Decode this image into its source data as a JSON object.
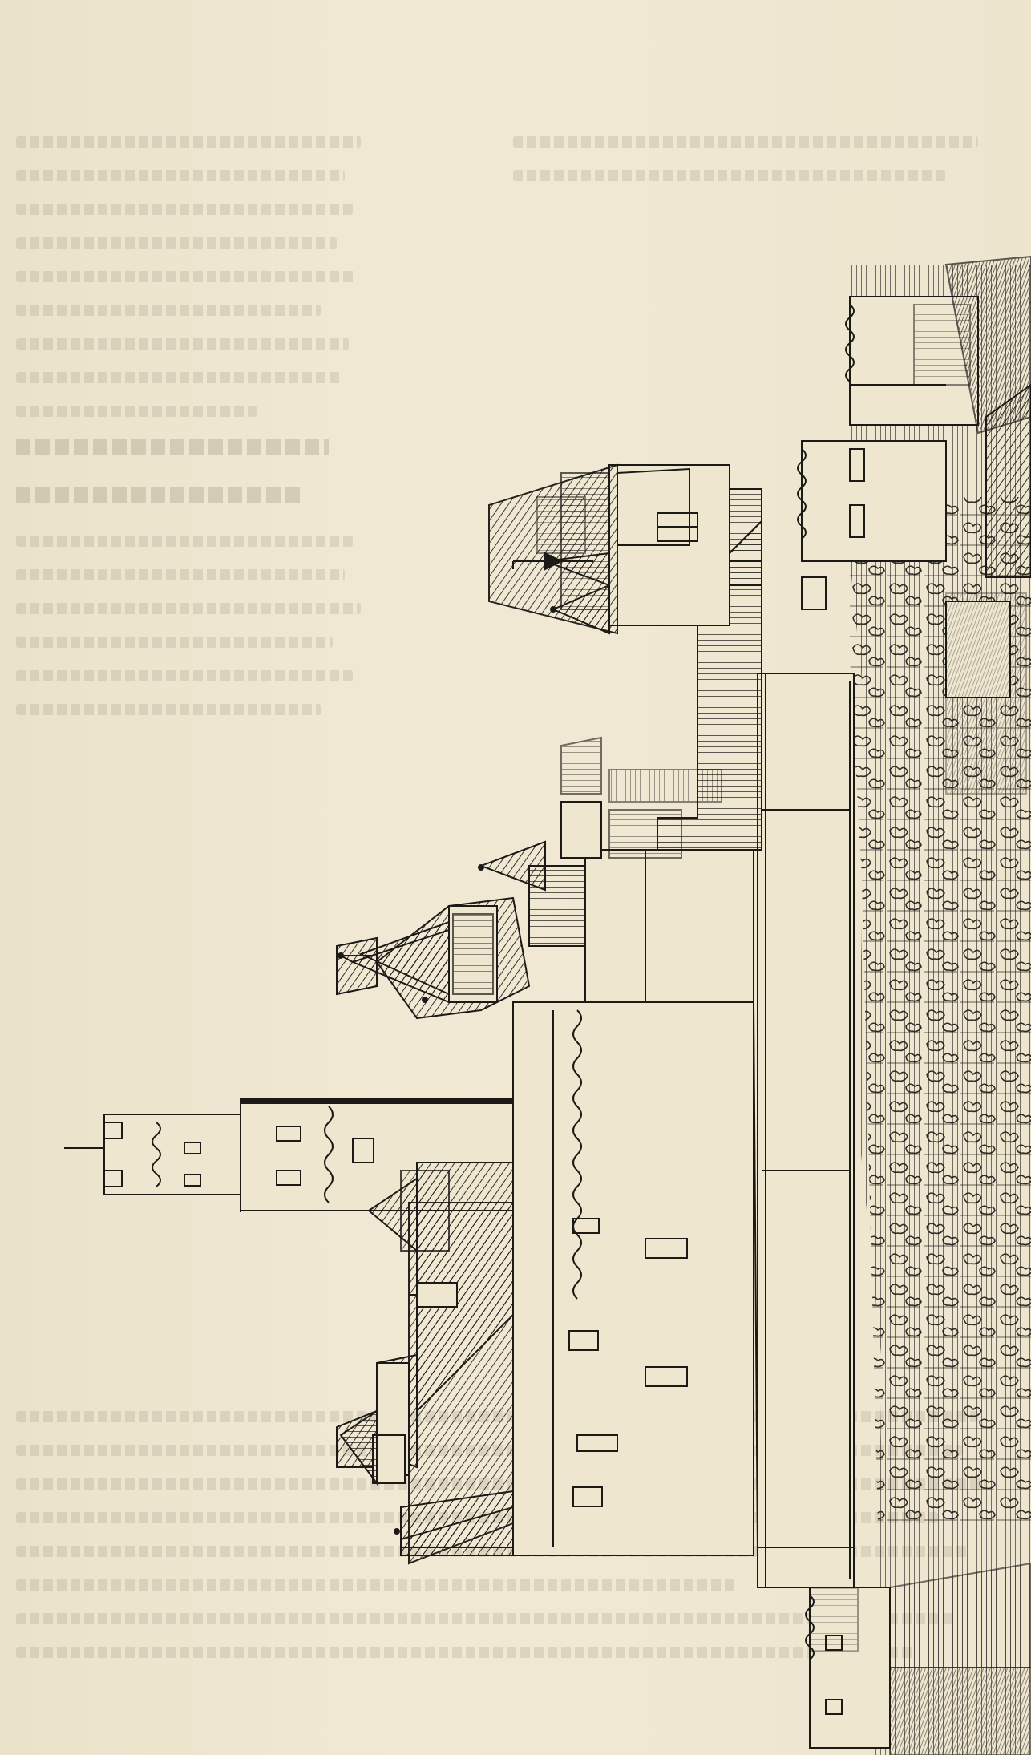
{
  "page": {
    "orientation": "rotated-90",
    "background": "#efe6d0",
    "ink": "#1c1a17"
  },
  "illustration": {
    "kind": "engraving",
    "subject_icon": "castle-drawing"
  }
}
